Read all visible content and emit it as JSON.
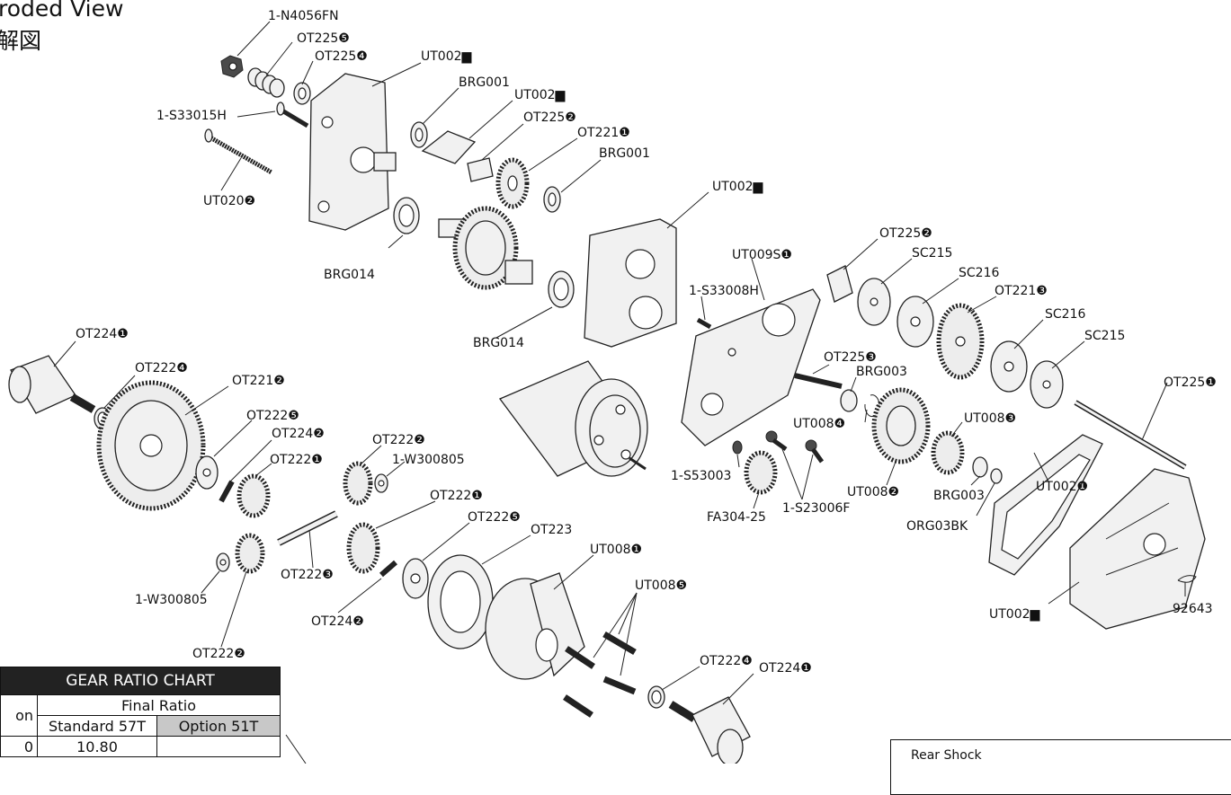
{
  "title": {
    "line1": "roded View",
    "line2": "解図"
  },
  "labels": {
    "n4056fn": "1-N4056FN",
    "ot225e": "OT225❺",
    "ot225d_top": "OT225❹",
    "ut002_5": "UT002▆",
    "s33015h": "1-S33015H",
    "brg001_a": "BRG001",
    "ut002_1": "UT002▆",
    "ot225b_top": "OT225❷",
    "ot221a": "OT221❶",
    "brg001_b": "BRG001",
    "ut020b": "UT020❷",
    "ut002_4": "UT002▆",
    "brg014_a": "BRG014",
    "brg014_b": "BRG014",
    "ut009sa": "UT009S❶",
    "s33008h": "1-S33008H",
    "ot225b_right": "OT225❷",
    "sc215_a": "SC215",
    "sc216_a": "SC216",
    "ot221c": "OT221❸",
    "sc216_b": "SC216",
    "sc215_b": "SC215",
    "ot225c": "OT225❸",
    "brg003_a": "BRG003",
    "ot225a": "OT225❶",
    "ut008d": "UT008❹",
    "ut008c": "UT008❸",
    "s53003": "1-S53003",
    "fa304": "FA304-25",
    "s23006f": "1-S23006F",
    "ut008b": "UT008❷",
    "brg003_b": "BRG003",
    "org03bk": "ORG03BK",
    "ut002a": "UT002❶",
    "ut002_2": "UT002▆",
    "p92643": "92643",
    "ot224a_top": "OT224❶",
    "ot222d_top": "OT222❹",
    "ot221b": "OT221❷",
    "ot222e_top": "OT222❺",
    "ot224b_top": "OT224❷",
    "ot222b_top": "OT222❷",
    "w300805_top": "1-W300805",
    "ot222a_left": "OT222❶",
    "ot222a_right": "OT222❶",
    "ot222e_right": "OT222❺",
    "ot223": "OT223",
    "ut008a": "UT008❶",
    "ut008e": "UT008❺",
    "ot222c": "OT222❸",
    "w300805_bottom": "1-W300805",
    "ot222b_bottom": "OT222❷",
    "ot224b_bottom": "OT224❷",
    "ot222d_bottom": "OT222❹",
    "ot224a_bottom": "OT224❶"
  },
  "gear_chart": {
    "title": "GEAR RATIO CHART",
    "col0_header": "on",
    "final_ratio_header": "Final Ratio",
    "standard_header": "Standard 57T",
    "option_header": "Option 51T",
    "row0_col0": "0",
    "row0_standard": "10.80"
  },
  "rear_shock": {
    "title": "Rear Shock"
  }
}
